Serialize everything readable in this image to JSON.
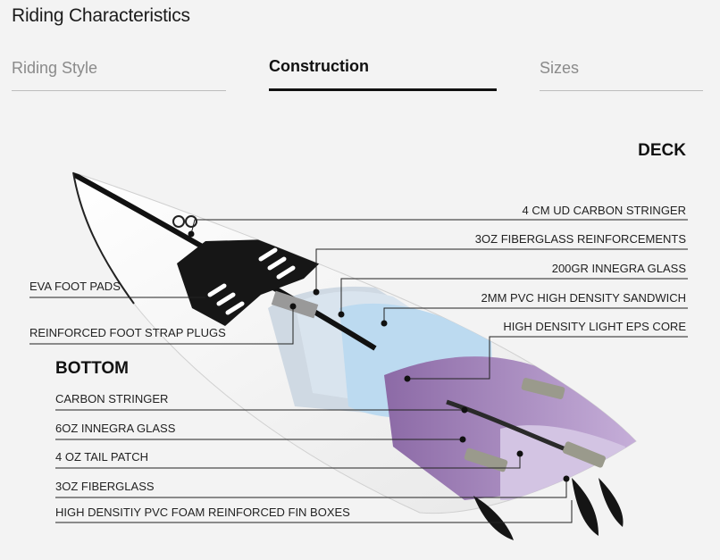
{
  "page": {
    "title": "Riding Characteristics"
  },
  "tabs": [
    {
      "label": "Riding Style",
      "active": false
    },
    {
      "label": "Construction",
      "active": true
    },
    {
      "label": "Sizes",
      "active": false
    }
  ],
  "diagram": {
    "deck_heading": "DECK",
    "bottom_heading": "BOTTOM",
    "deck_labels": [
      "4 CM UD CARBON STRINGER",
      "3OZ FIBERGLASS REINFORCEMENTS",
      "200GR INNEGRA GLASS",
      "2MM PVC HIGH DENSITY SANDWICH",
      "HIGH DENSITY LIGHT EPS CORE"
    ],
    "left_labels": [
      "EVA FOOT PADS",
      "REINFORCED FOOT STRAP PLUGS"
    ],
    "bottom_labels": [
      "CARBON STRINGER",
      "6OZ INNEGRA GLASS",
      "4 OZ TAIL PATCH",
      "3OZ FIBERGLASS",
      "HIGH DENSITIY PVC FOAM REINFORCED FIN BOXES"
    ]
  },
  "colors": {
    "accent": "#111111",
    "inactive_tab": "#8a8a8a",
    "layer_blue": "#b9d6ec",
    "layer_purple": "#9c7cb3"
  }
}
